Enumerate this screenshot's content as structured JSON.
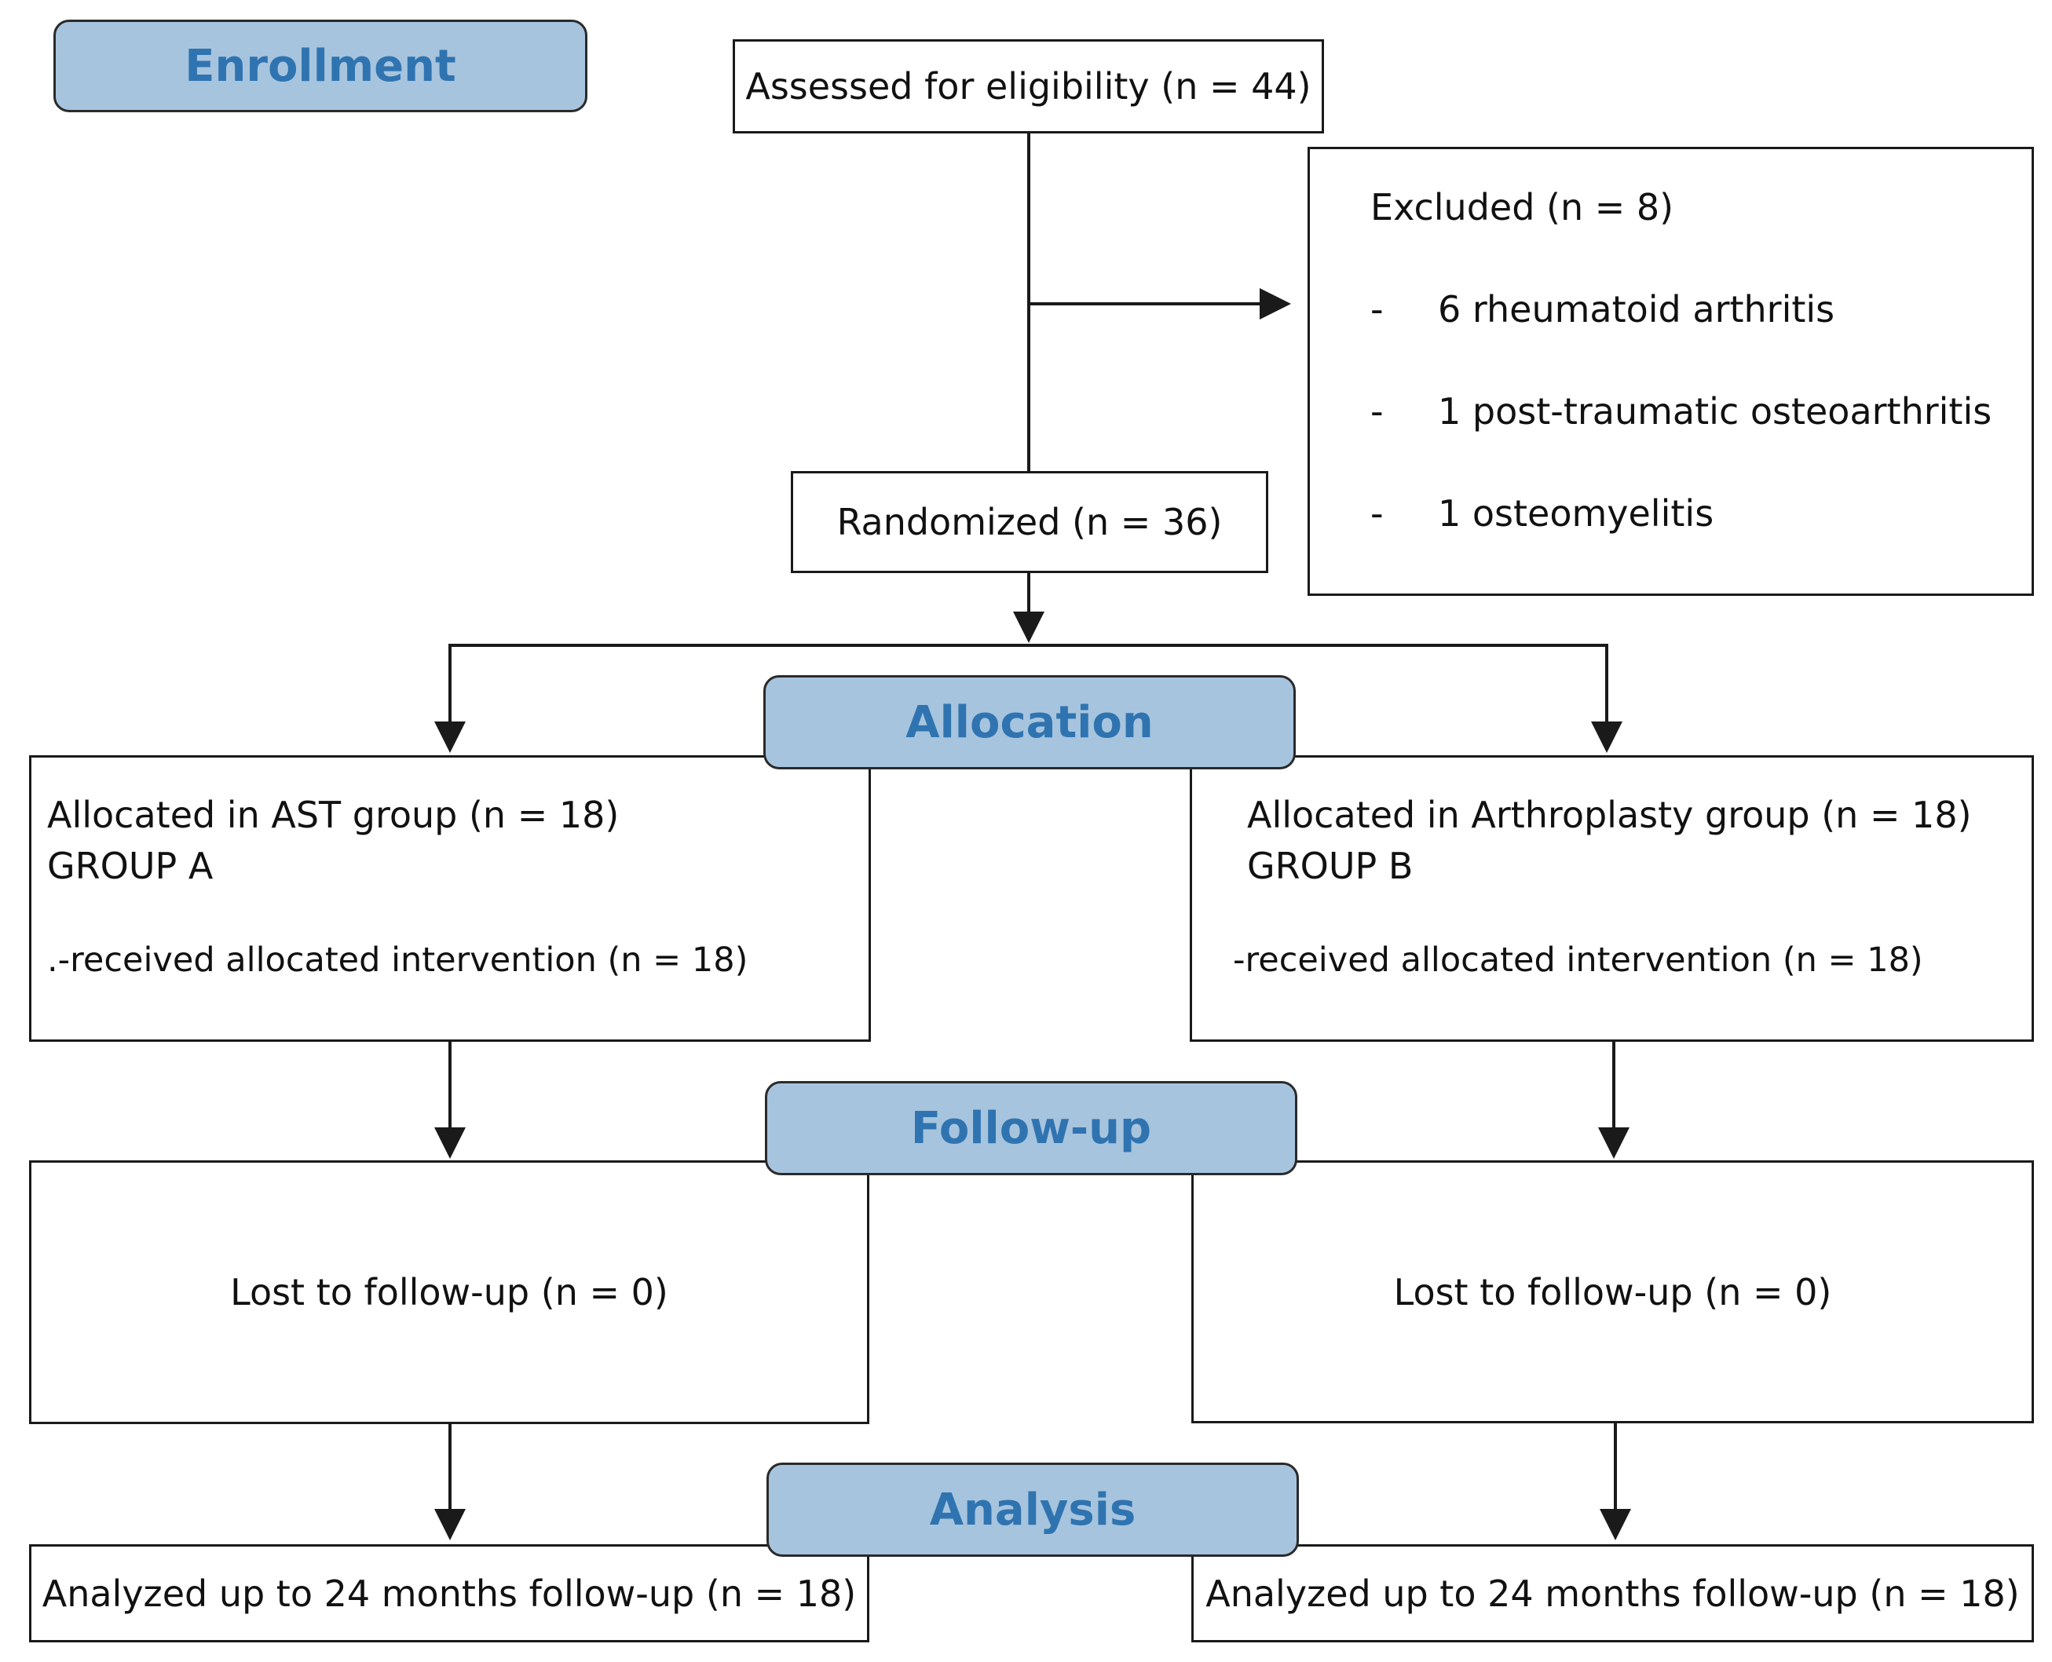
{
  "stages": {
    "enrollment": "Enrollment",
    "allocation": "Allocation",
    "follow_up": "Follow-up",
    "analysis": "Analysis"
  },
  "assessed": "Assessed for eligibility (n = 44)",
  "excluded": {
    "title": "Excluded (n = 8)",
    "items": [
      {
        "bullet": "-",
        "text": "6 rheumatoid arthritis"
      },
      {
        "bullet": "-",
        "text": "1 post-traumatic osteoarthritis"
      },
      {
        "bullet": "-",
        "text": "1 osteomyelitis"
      }
    ]
  },
  "randomized": "Randomized (n = 36)",
  "group_a": {
    "allocated": "Allocated in AST group  (n = 18)",
    "label": "GROUP A",
    "received": ".-received allocated intervention (n = 18)",
    "lost": "Lost to follow-up (n = 0)",
    "analyzed": "Analyzed up to 24 months follow-up (n = 18)"
  },
  "group_b": {
    "allocated": "Allocated in Arthroplasty group  (n = 18)",
    "label": "GROUP B",
    "received": "-received allocated intervention (n = 18)",
    "lost": "Lost to follow-up (n = 0)",
    "analyzed": "Analyzed up to 24 months follow-up (n = 18)"
  },
  "colors": {
    "stage_fill": "#a7c4de",
    "stage_text": "#2f74b0",
    "line": "#1a1a1a"
  }
}
